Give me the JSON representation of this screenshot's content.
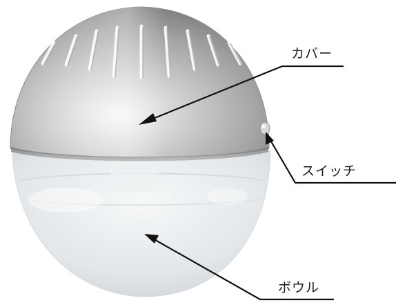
{
  "labels": {
    "cover": "カバー",
    "switch": "スイッチ",
    "bowl": "ボウル"
  },
  "colors": {
    "cover_light": "#f4f4f4",
    "cover_mid": "#b9b9b9",
    "cover_dark": "#7c7c7c",
    "bowl": "#e6eaec",
    "leader_line": "#111111"
  }
}
